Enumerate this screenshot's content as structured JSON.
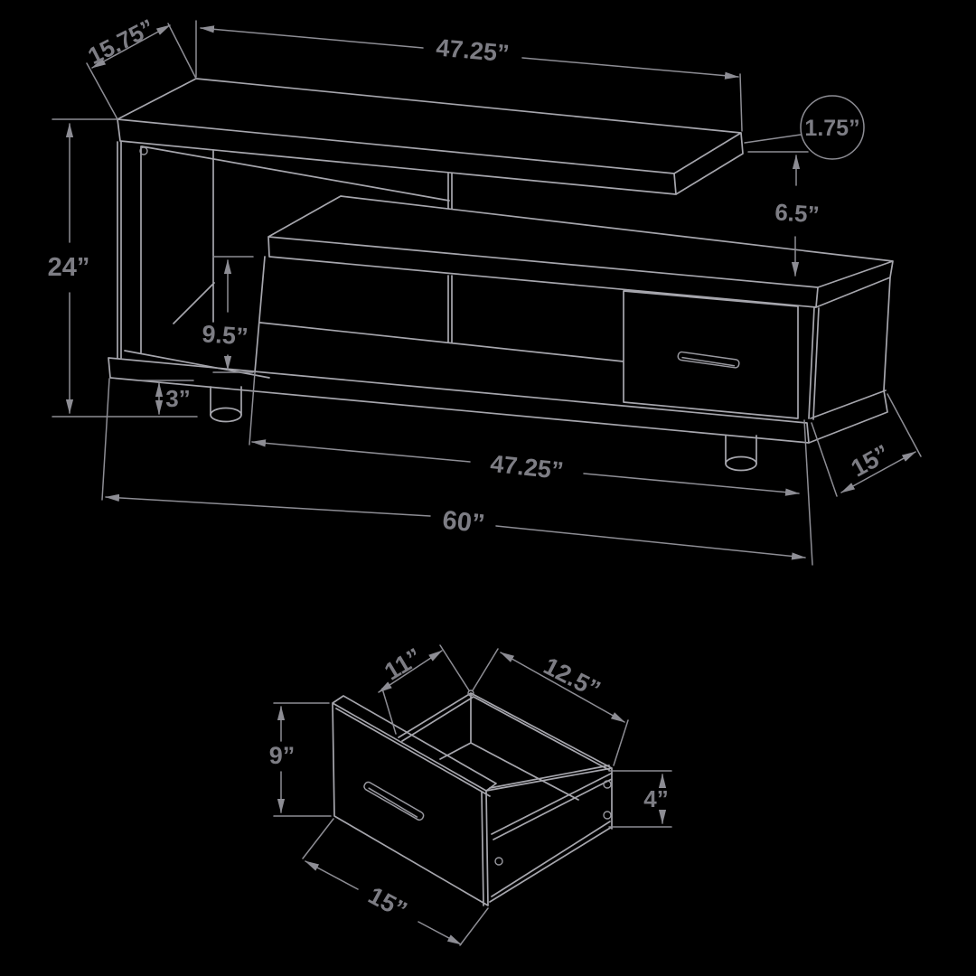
{
  "meta": {
    "title": "TV stand assembly dimension diagram",
    "diagram_type": "isometric technical line drawing",
    "units": "inches"
  },
  "colors": {
    "background": "#000000",
    "furniture_line": "#a6a6ad",
    "dimension_line": "#8d8d94",
    "label_text": "#7d7d84"
  },
  "tv_stand": {
    "labels": {
      "top_shelf_depth": "15.75”",
      "top_shelf_width": "47.25”",
      "top_shelf_thickness": "1.75”",
      "shelf_to_cabinet_gap": "6.5”",
      "overall_height": "24”",
      "compartment_height": "9.5”",
      "leg_height": "3”",
      "cabinet_width": "47.25”",
      "cabinet_depth": "15”",
      "overall_width": "60”"
    }
  },
  "drawer": {
    "labels": {
      "interior_depth": "11”",
      "interior_width": "12.5”",
      "front_height": "9”",
      "side_height": "4”",
      "front_width": "15”"
    }
  }
}
